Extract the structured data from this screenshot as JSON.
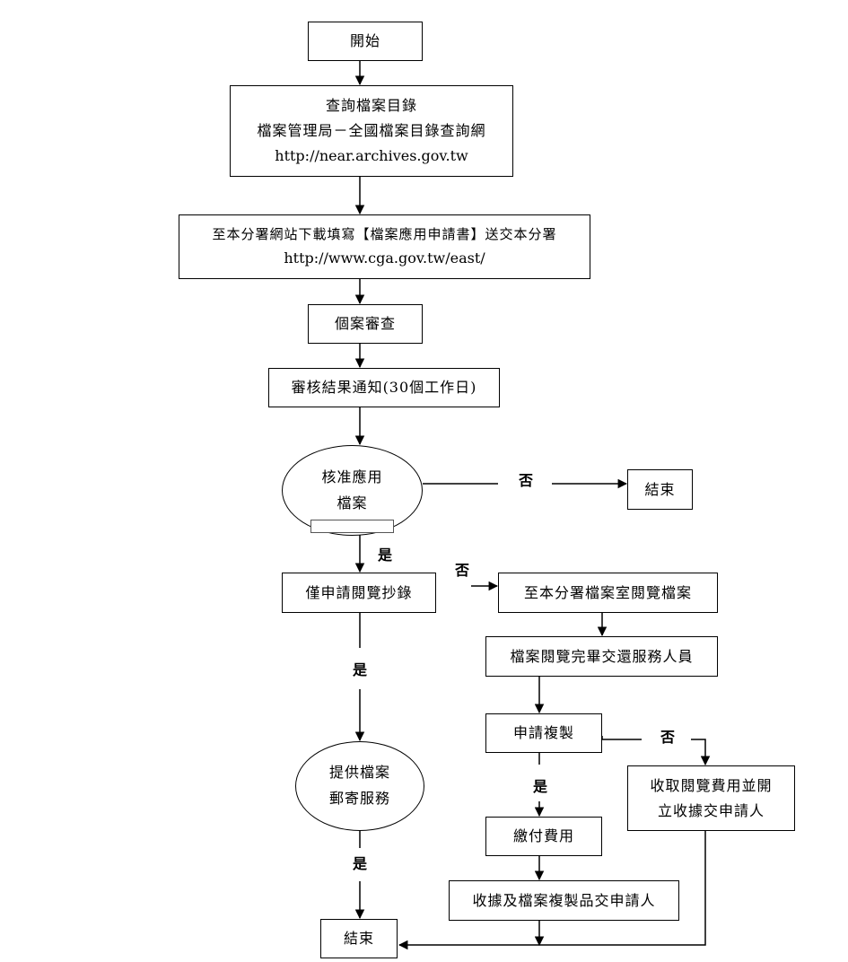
{
  "nodes": {
    "start": "開始",
    "query": {
      "line1": "查詢檔案目錄",
      "line2": "檔案管理局－全國檔案目錄查詢網",
      "line3": "http://near.archives.gov.tw"
    },
    "download": {
      "line1": "至本分署網站下載填寫【檔案應用申請書】送交本分署",
      "line2": "http://www.cga.gov.tw/east/"
    },
    "review": "個案審查",
    "notify": "審核結果通知(30個工作日)",
    "approve": {
      "line1": "核准應用",
      "line2": "檔案"
    },
    "end_top": "結束",
    "read_only": "僅申請閱覽抄錄",
    "read_at_office": "至本分署檔案室閱覽檔案",
    "return_staff": "檔案閱覽完畢交還服務人員",
    "apply_copy": "申請複製",
    "fee_receipt": {
      "line1": "收取閱覽費用並開",
      "line2": "立收據交申請人"
    },
    "pay_fee": "繳付費用",
    "deliver_copies": "收據及檔案複製品交申請人",
    "mail_service": {
      "line1": "提供檔案",
      "line2": "郵寄服務"
    },
    "end_bottom": "結束"
  },
  "edge_labels": {
    "no_approve": "否",
    "yes_approve": "是",
    "no_read_only": "否",
    "yes_read_only": "是",
    "no_copy": "否",
    "yes_copy": "是",
    "yes_mail": "是"
  }
}
